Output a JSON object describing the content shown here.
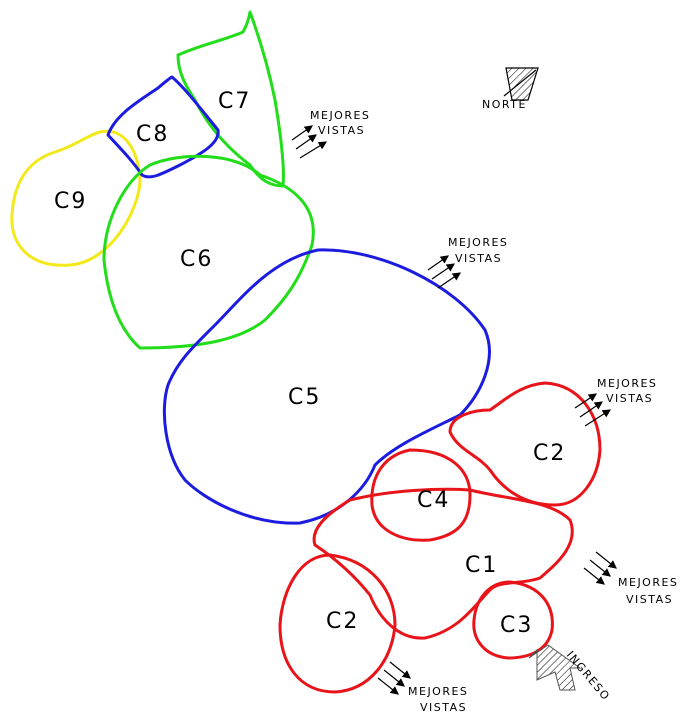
{
  "zones": [
    {
      "id": "c1",
      "label": "C1",
      "color": "#e8141a"
    },
    {
      "id": "c2a",
      "label": "C2",
      "color": "#e8141a"
    },
    {
      "id": "c2b",
      "label": "C2",
      "color": "#e8141a"
    },
    {
      "id": "c3",
      "label": "C3",
      "color": "#e8141a"
    },
    {
      "id": "c4",
      "label": "C4",
      "color": "#e8141a"
    },
    {
      "id": "c5",
      "label": "C5",
      "color": "#1c1ce0"
    },
    {
      "id": "c6",
      "label": "C6",
      "color": "#22dd1a"
    },
    {
      "id": "c7",
      "label": "C7",
      "color": "#22dd1a"
    },
    {
      "id": "c8",
      "label": "C8",
      "color": "#1c1ce0"
    },
    {
      "id": "c9",
      "label": "C9",
      "color": "#f2e81a"
    }
  ],
  "views_line1": "MEJORES",
  "views_line2": "VISTAS",
  "north_label": "NORTE",
  "entrance_label": "INGRESO"
}
